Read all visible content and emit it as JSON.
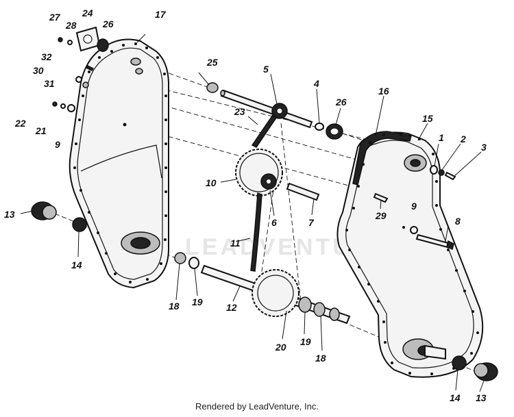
{
  "watermark": "LEADVENTURE",
  "footer": {
    "credit": "Rendered by LeadVenture, Inc."
  },
  "callouts": {
    "c27": "27",
    "c28": "28",
    "c24": "24",
    "c26a": "26",
    "c17": "17",
    "c32": "32",
    "c30": "30",
    "c31": "31",
    "c22": "22",
    "c21": "21",
    "c9a": "9",
    "c25": "25",
    "c5": "5",
    "c4": "4",
    "c26b": "26",
    "c16": "16",
    "c23": "23",
    "c15": "15",
    "c1": "1",
    "c2": "2",
    "c3": "3",
    "c10": "10",
    "c6": "6",
    "c7": "7",
    "c29": "29",
    "c9b": "9",
    "c8": "8",
    "c13a": "13",
    "c14a": "14",
    "c11": "11",
    "c18a": "18",
    "c19a": "19",
    "c12": "12",
    "c20": "20",
    "c19b": "19",
    "c18b": "18",
    "c14b": "14",
    "c13b": "13"
  }
}
